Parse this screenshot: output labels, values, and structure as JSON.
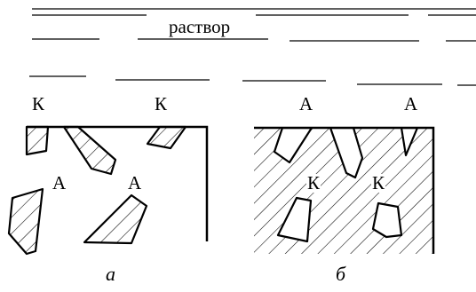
{
  "solution_label": "раствор",
  "panel_a": {
    "caption": "а",
    "top_labels": [
      "К",
      "К"
    ],
    "inner_labels": [
      "А",
      "А"
    ]
  },
  "panel_b": {
    "caption": "б",
    "top_labels": [
      "А",
      "А"
    ],
    "inner_labels": [
      "К",
      "К"
    ]
  },
  "colors": {
    "ink": "#000000",
    "background": "#ffffff"
  }
}
